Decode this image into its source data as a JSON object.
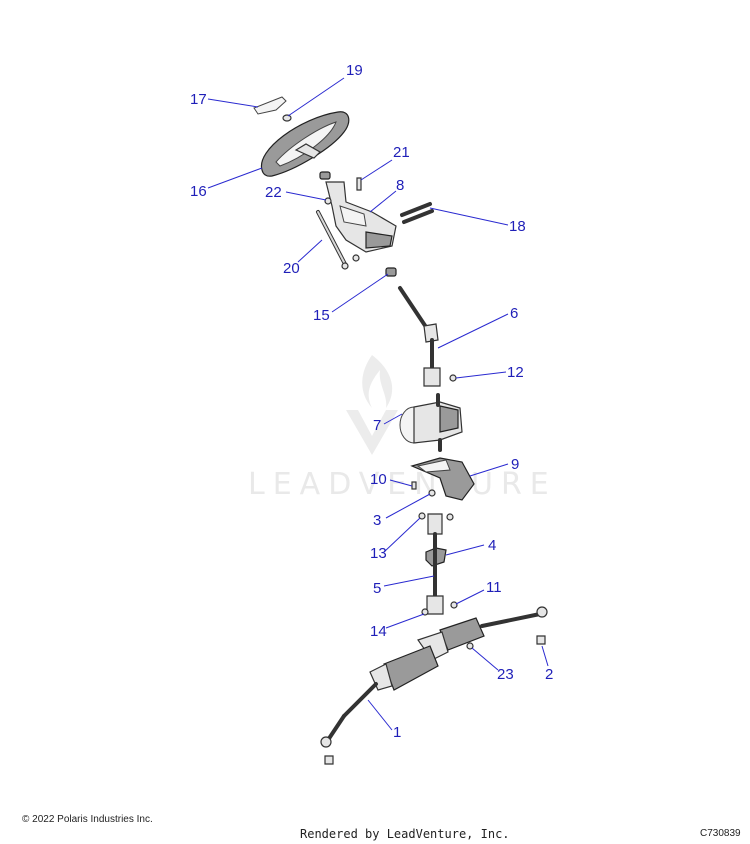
{
  "watermark": {
    "text": "LEADVENTURE"
  },
  "callouts": [
    {
      "id": "1",
      "label": "1"
    },
    {
      "id": "2",
      "label": "2"
    },
    {
      "id": "3",
      "label": "3"
    },
    {
      "id": "4",
      "label": "4"
    },
    {
      "id": "5",
      "label": "5"
    },
    {
      "id": "6",
      "label": "6"
    },
    {
      "id": "7",
      "label": "7"
    },
    {
      "id": "8",
      "label": "8"
    },
    {
      "id": "9",
      "label": "9"
    },
    {
      "id": "10",
      "label": "10"
    },
    {
      "id": "11",
      "label": "11"
    },
    {
      "id": "12",
      "label": "12"
    },
    {
      "id": "13",
      "label": "13"
    },
    {
      "id": "14",
      "label": "14"
    },
    {
      "id": "15",
      "label": "15"
    },
    {
      "id": "16",
      "label": "16"
    },
    {
      "id": "17",
      "label": "17"
    },
    {
      "id": "18",
      "label": "18"
    },
    {
      "id": "19",
      "label": "19"
    },
    {
      "id": "20",
      "label": "20"
    },
    {
      "id": "21",
      "label": "21"
    },
    {
      "id": "22",
      "label": "22"
    },
    {
      "id": "23",
      "label": "23"
    }
  ],
  "footer": {
    "copyright": "© 2022 Polaris Industries Inc.",
    "rendered_by": "Rendered by LeadVenture, Inc.",
    "figure_code": "C730839"
  },
  "colors": {
    "callout": "#1f1fb8",
    "watermark": "#e9e9e9"
  }
}
